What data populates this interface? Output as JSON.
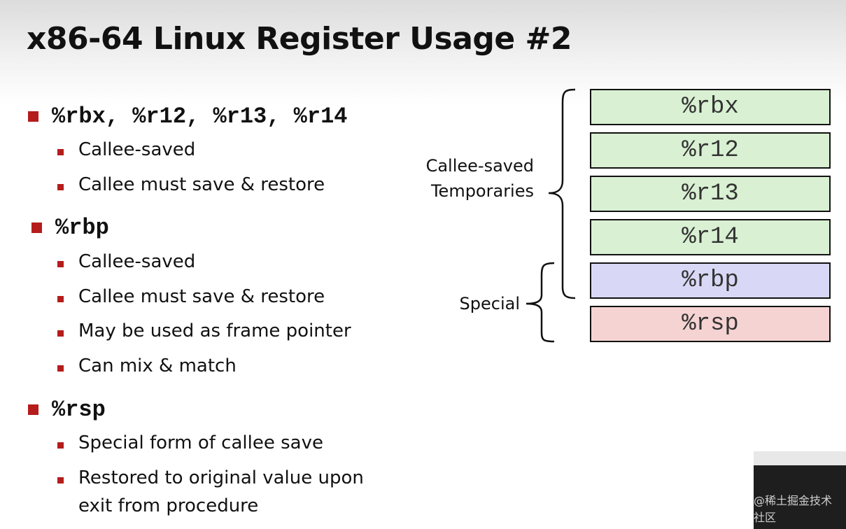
{
  "slide": {
    "title": "x86-64 Linux Register Usage #2",
    "sections": [
      {
        "heading": "%rbx, %r12, %r13, %r14",
        "items": [
          "Callee-saved",
          "Callee must save & restore"
        ]
      },
      {
        "heading": "%rbp",
        "items": [
          "Callee-saved",
          "Callee must save & restore",
          "May be used as frame pointer",
          "Can mix & match"
        ]
      },
      {
        "heading": "%rsp",
        "items": [
          "Special form of callee save",
          "Restored to original value upon exit from procedure"
        ]
      }
    ]
  },
  "diagram": {
    "registers": [
      "%rbx",
      "%r12",
      "%r13",
      "%r14",
      "%rbp",
      "%rsp"
    ],
    "brace_labels": {
      "callee_line1": "Callee-saved",
      "callee_line2": "Temporaries",
      "special": "Special"
    },
    "colors": {
      "callee_fill": "#d9f0d3",
      "rbp_fill": "#d8d8f6",
      "rsp_fill": "#f6d3d3",
      "bullet": "#b51c1c"
    }
  },
  "watermark": "@稀土掘金技术社区"
}
